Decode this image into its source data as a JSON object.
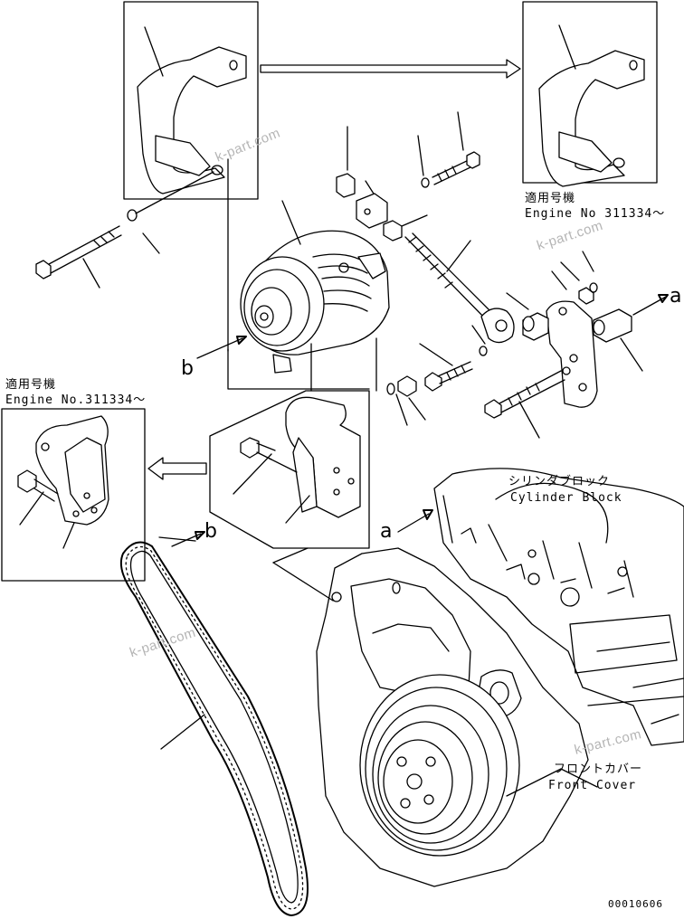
{
  "labels": {
    "applicable_top_jp": "適用号機",
    "applicable_top_en": "Engine No 311334～",
    "applicable_left_jp": "適用号機",
    "applicable_left_en": "Engine No.311334～",
    "cylinder_block_jp": "シリンダブロック",
    "cylinder_block_en": "Cylinder Block",
    "front_cover_jp": "フロントカバー",
    "front_cover_en": "Front Cover",
    "ref_a_right": "a",
    "ref_a_block": "a",
    "ref_b_alternator": "b",
    "ref_b_belt": "b",
    "drawing_number": "00010606"
  },
  "watermarks": [
    "k-part.com",
    "k-part.com",
    "k-part.com",
    "k-part.com"
  ],
  "colors": {
    "line": "#000000",
    "watermark": "#b5b5b5",
    "background": "#ffffff"
  }
}
